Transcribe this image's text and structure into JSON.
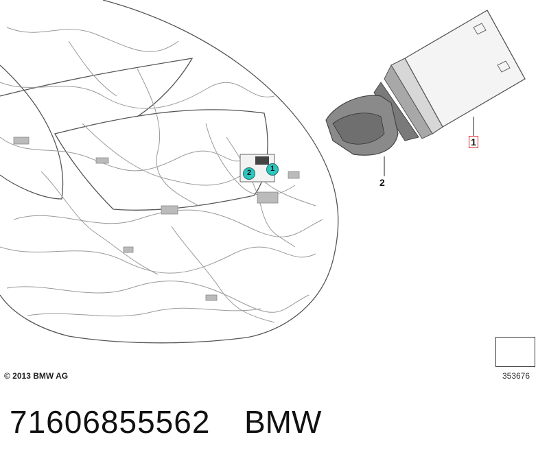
{
  "diagram": {
    "callouts": [
      {
        "label": "1"
      },
      {
        "label": "2"
      }
    ],
    "markers": [
      {
        "label": "1"
      },
      {
        "label": "2"
      }
    ],
    "copyright": "© 2013 BMW AG",
    "reference_number": "353676",
    "icon": "arrow-turn-icon"
  },
  "footer": {
    "part_number": "71606855562",
    "brand": "BMW"
  },
  "colors": {
    "marker_fill": "#2cc6bf",
    "callout_frame": "#dd2222",
    "line": "#777777"
  }
}
